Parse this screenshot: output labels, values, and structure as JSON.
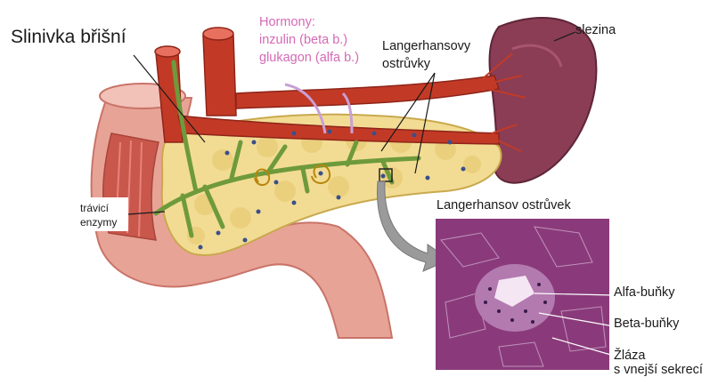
{
  "labels": {
    "pancreas_title": "Slinivka břišní",
    "hormones_title": "Hormony:",
    "hormone_insulin": "inzulin (beta b.)",
    "hormone_glucagon": "glukagon (alfa b.)",
    "islets_line1": "Langerhansovy",
    "islets_line2": "ostrůvky",
    "spleen": "slezina",
    "enzymes_line1": "trávicí",
    "enzymes_line2": "enzymy",
    "inset_title": "Langerhansov ostrůvek",
    "alpha_cells": "Alfa-buňky",
    "beta_cells": "Beta-buňky",
    "gland_line1": "Žláza",
    "gland_line2": "s vnejší sekrecí"
  },
  "colors": {
    "hormone_text": "#d46ab5",
    "artery": "#c23a26",
    "pancreas": "#f2dc94",
    "duct": "#6e9a3c",
    "duodenum": "#e39a8f",
    "spleen": "#8a3d55",
    "histology": "#8a3a7a"
  }
}
